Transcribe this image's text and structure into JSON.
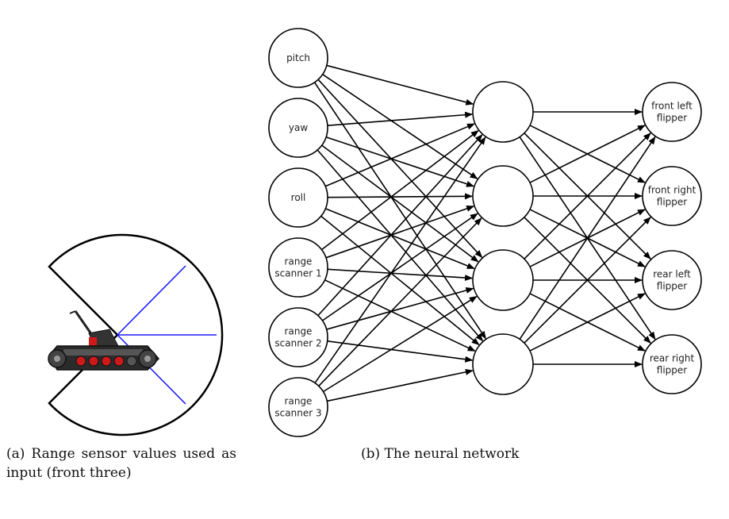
{
  "figure_a": {
    "caption": "(a) Range sensor values used as input (front three)",
    "colors": {
      "arc": "#000000",
      "rays": "#1a1aff",
      "robot": "#222222",
      "robot_accent": "#cc1a1a"
    }
  },
  "figure_b": {
    "caption": "(b) The neural network",
    "input_nodes": [
      {
        "lines": [
          "pitch"
        ]
      },
      {
        "lines": [
          "yaw"
        ]
      },
      {
        "lines": [
          "roll"
        ]
      },
      {
        "lines": [
          "range",
          "scanner 1"
        ]
      },
      {
        "lines": [
          "range",
          "scanner 2"
        ]
      },
      {
        "lines": [
          "range",
          "scanner 3"
        ]
      }
    ],
    "hidden_node_count": 4,
    "output_nodes": [
      {
        "lines": [
          "front left",
          "flipper"
        ]
      },
      {
        "lines": [
          "front right",
          "flipper"
        ]
      },
      {
        "lines": [
          "rear left",
          "flipper"
        ]
      },
      {
        "lines": [
          "rear right",
          "flipper"
        ]
      }
    ],
    "connections": "fully-connected",
    "colors": {
      "stroke": "#000000",
      "fill": "#ffffff"
    }
  }
}
